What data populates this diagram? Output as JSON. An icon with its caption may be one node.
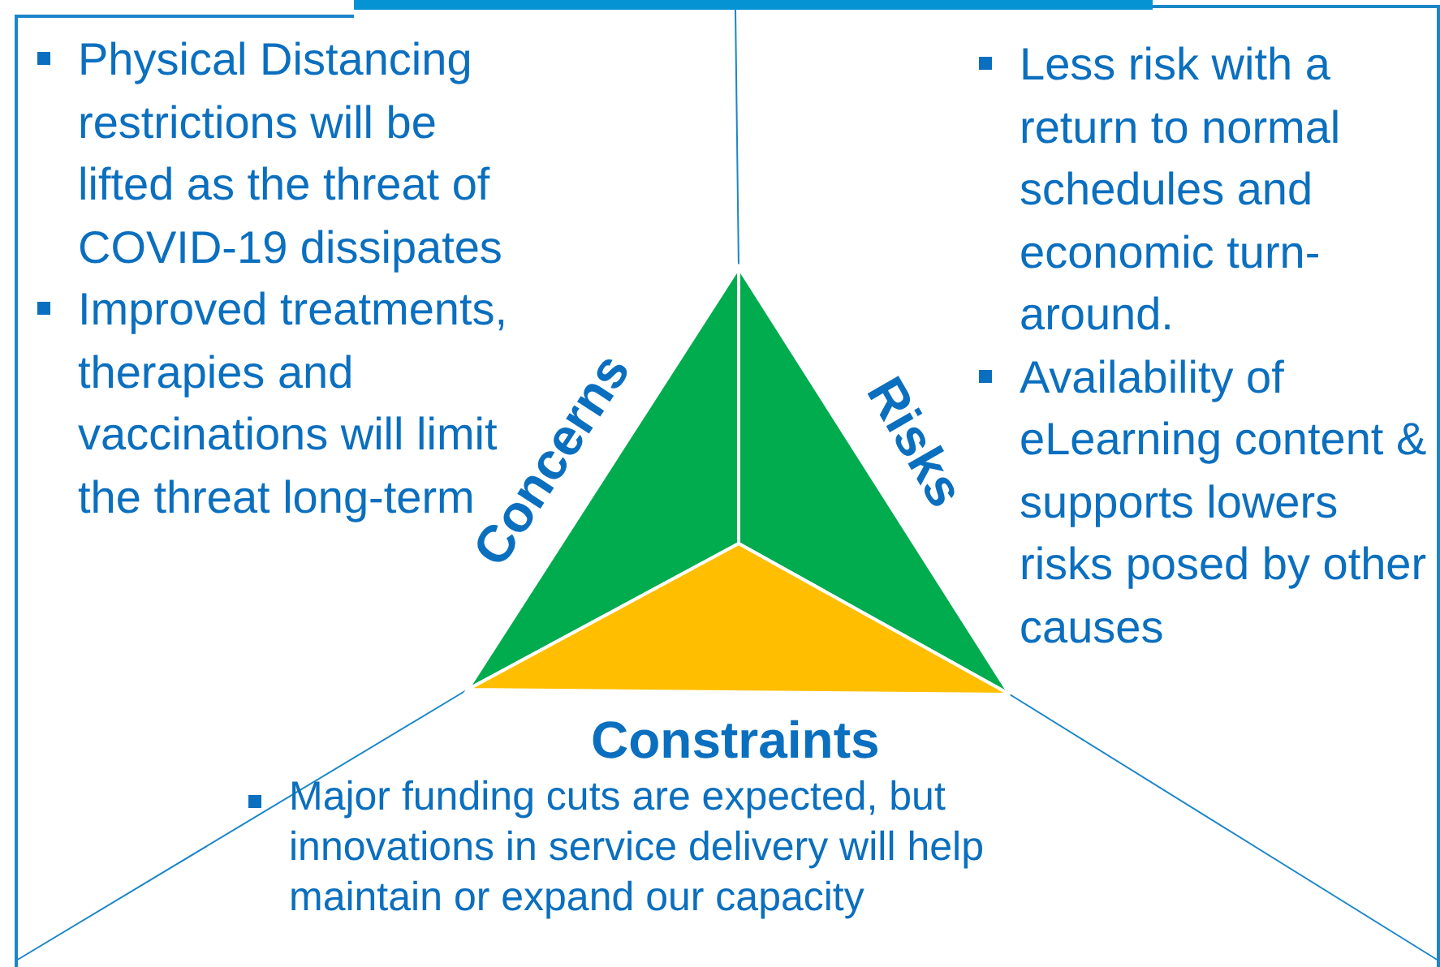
{
  "diagram": {
    "labels": [
      "Physical Distancing restrictions will be lifted as the threat of COVID-19 dissipates",
      "Improved treatments, therapies and vaccinations will limit the threat long-term",
      "Less risk with a return to normal schedules and economic turn-around.",
      "Availability of eLearning content & supports lowers risks posed by other causes",
      "Concerns",
      "Risks",
      "Constraints",
      "Major funding cuts are expected, but innovations in service delivery will help maintain or expand our capacity"
    ]
  }
}
